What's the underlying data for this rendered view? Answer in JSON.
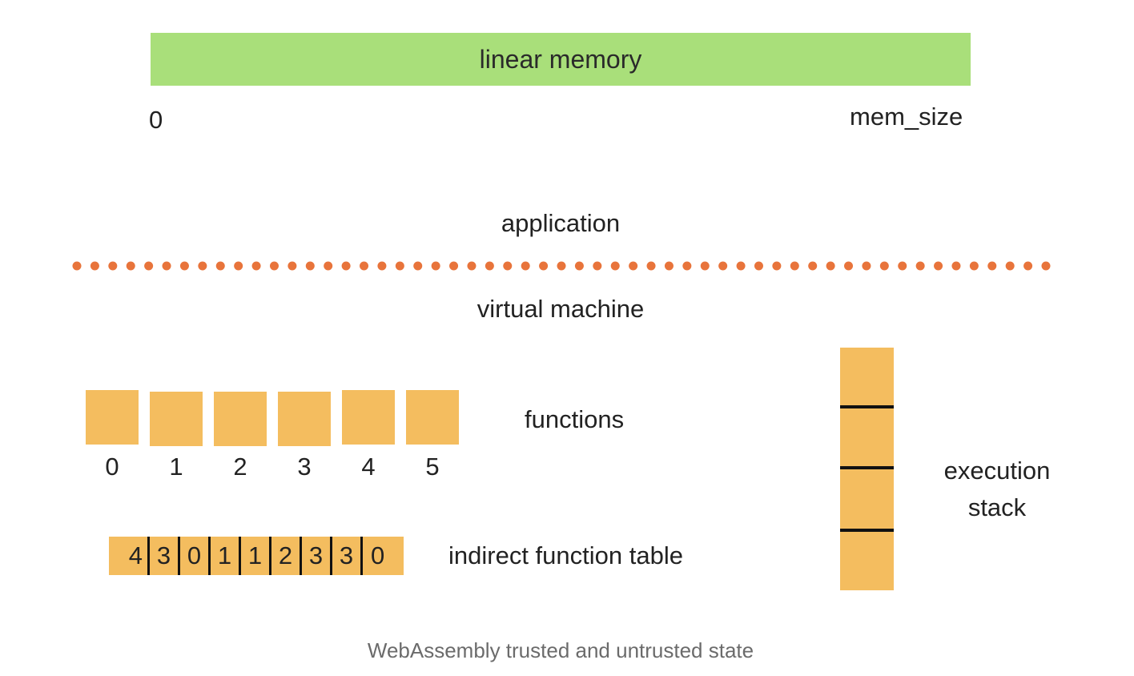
{
  "linear_memory": {
    "label": "linear memory",
    "start": "0",
    "end": "mem_size",
    "color": "#a9df7a"
  },
  "layers": {
    "upper": "application",
    "lower": "virtual machine",
    "divider_color": "#e8743b"
  },
  "functions": {
    "label": "functions",
    "indices": [
      "0",
      "1",
      "2",
      "3",
      "4",
      "5"
    ],
    "color": "#f4bd5f"
  },
  "indirect_table": {
    "label": "indirect function table",
    "values": [
      "4",
      "3",
      "0",
      "1",
      "1",
      "2",
      "3",
      "3",
      "0"
    ]
  },
  "execution_stack": {
    "label_line1": "execution",
    "label_line2": "stack",
    "frames": 4
  },
  "caption": "WebAssembly trusted and untrusted state"
}
